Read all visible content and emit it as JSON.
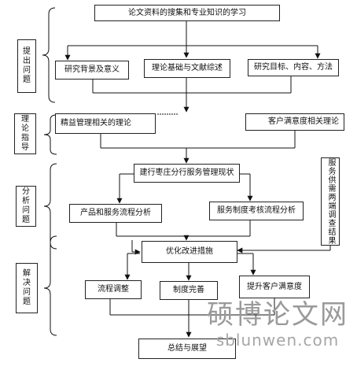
{
  "stages": [
    "提出问题",
    "理论指导",
    "分析问题",
    "解决问题"
  ],
  "nodes": {
    "study": "论文资料的搜集和专业知识的学习",
    "background": "研究背景及意义",
    "review": "理论基础与文献综述",
    "goals": "研究目标、内容、方法",
    "lean": "精益管理相关的理论",
    "satisfaction": "客户满意度相关理论",
    "current": "建行枣庄分行服务管理现状",
    "survey": "服务供需两端调查结果",
    "product_flow": "产品和服务流程分析",
    "system_flow": "服务制度考核流程分析",
    "improve": "优化改进措施",
    "adjust": "流程调整",
    "system": "制度完善",
    "raise": "提升客户满意度",
    "summary": "总结与展望"
  },
  "watermark": {
    "main": "硕博论文网",
    "url": "sblunwen.com"
  }
}
